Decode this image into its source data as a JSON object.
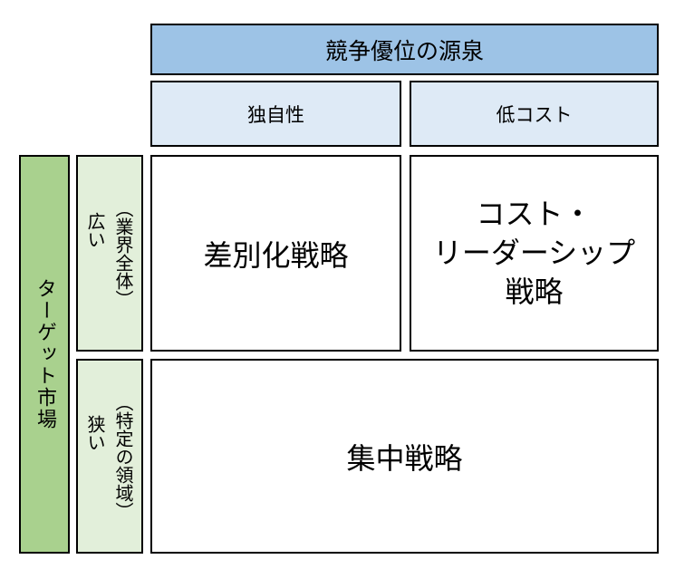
{
  "matrix": {
    "column_axis_title": "競争優位の源泉",
    "columns": [
      {
        "id": "uniqueness",
        "label": "独自性"
      },
      {
        "id": "low_cost",
        "label": "低コスト"
      }
    ],
    "row_axis_title": "ターゲット市場",
    "rows": [
      {
        "id": "broad",
        "size_label": "広い",
        "scope_label": "（業界全体）"
      },
      {
        "id": "narrow",
        "size_label": "狭い",
        "scope_label": "（特定の領域）"
      }
    ],
    "cells": {
      "differentiation": "差別化戦略",
      "cost_leadership_lines": [
        "コスト・",
        "リーダーシップ",
        "戦略"
      ],
      "focus": "集中戦略"
    },
    "colors": {
      "header_blue": "#9DC3E6",
      "subheader_blue": "#DEEAF6",
      "axis_green": "#A9D18E",
      "label_green": "#E2EFDA",
      "border": "#000000",
      "text": "#000000",
      "background": "#FFFFFF"
    }
  }
}
